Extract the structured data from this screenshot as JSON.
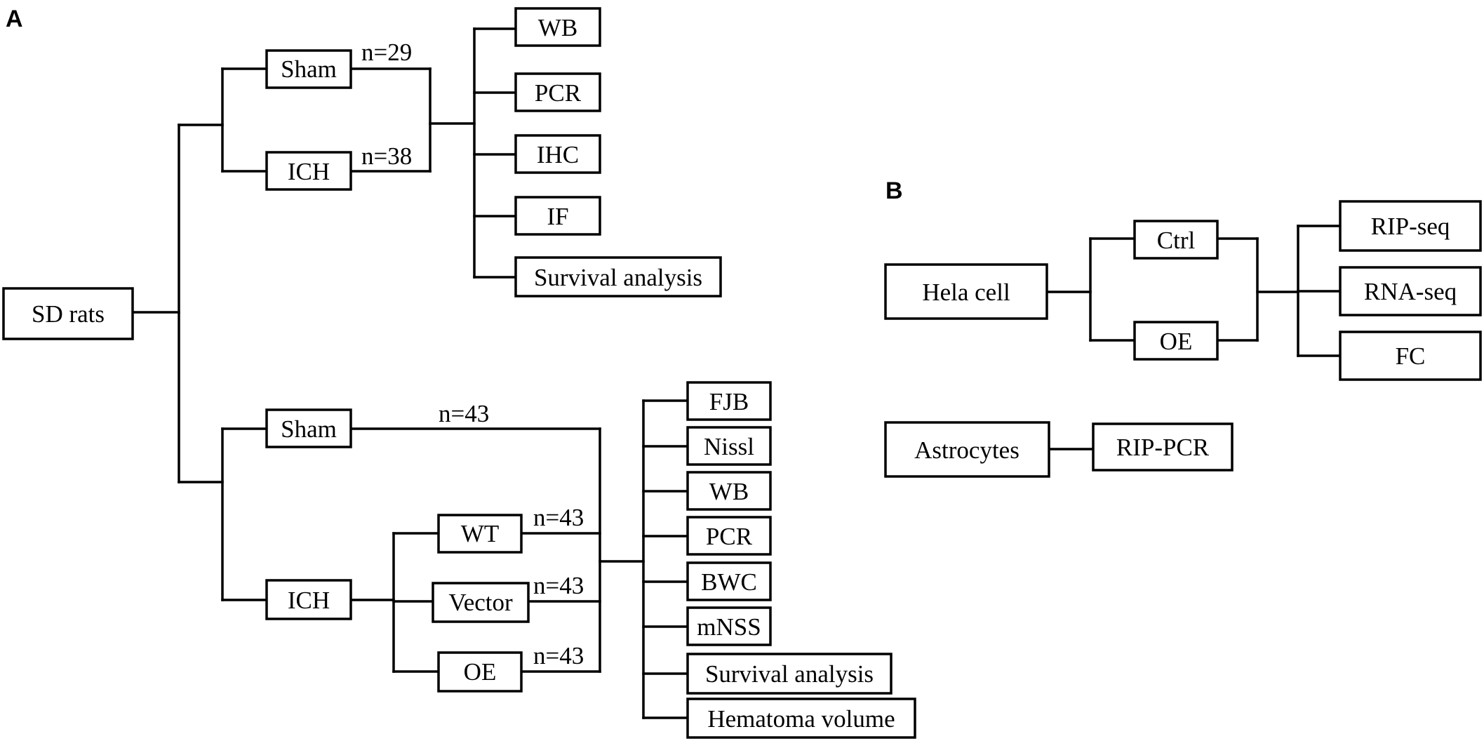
{
  "panel_a": {
    "label": "A",
    "root": "SD rats",
    "group1": {
      "sham": "Sham",
      "ich": "ICH",
      "sham_n": "n=29",
      "ich_n": "n=38",
      "assays": [
        "WB",
        "PCR",
        "IHC",
        "IF",
        "Survival analysis"
      ]
    },
    "group2": {
      "sham": "Sham",
      "ich": "ICH",
      "sham_n": "n=43",
      "wt": "WT",
      "vector": "Vector",
      "oe": "OE",
      "wt_n": "n=43",
      "vector_n": "n=43",
      "oe_n": "n=43",
      "assays": [
        "FJB",
        "Nissl",
        "WB",
        "PCR",
        "BWC",
        "mNSS",
        "Survival analysis",
        "Hematoma volume"
      ]
    }
  },
  "panel_b": {
    "label": "B",
    "hela": "Hela cell",
    "ctrl": "Ctrl",
    "oe": "OE",
    "assays": [
      "RIP-seq",
      "RNA-seq",
      "FC"
    ],
    "astrocytes": "Astrocytes",
    "astro_assay": "RIP-PCR"
  }
}
